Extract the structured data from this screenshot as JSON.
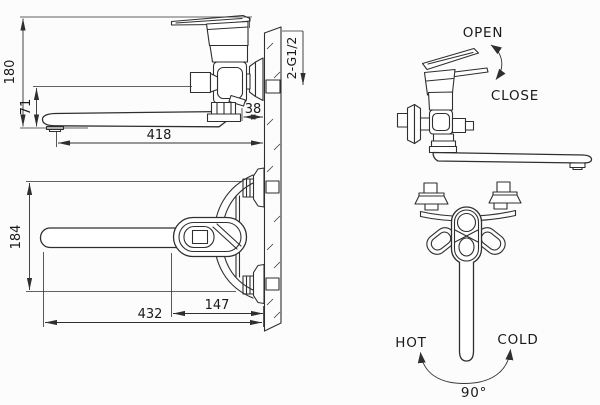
{
  "drawing": {
    "kind": "faucet installation technical drawing",
    "colors": {
      "line": "#2f2f2f",
      "text": "#1a1a1a",
      "background": "#fcfcfc"
    }
  },
  "views": {
    "side_view": {
      "dims": {
        "overall_height": "180",
        "spout_axis_height": "71",
        "spout_reach": "418",
        "wall_projection": "38",
        "thread_spec": "2-G1/2"
      }
    },
    "plan_view": {
      "dims": {
        "overall_depth": "184",
        "body_to_wall": "147",
        "overall_length": "432"
      }
    },
    "operation_view": {
      "open_label": "OPEN",
      "close_label": "CLOSE"
    },
    "front_view": {
      "hot_label": "HOT",
      "cold_label": "COLD",
      "swivel_angle": "90°"
    }
  }
}
